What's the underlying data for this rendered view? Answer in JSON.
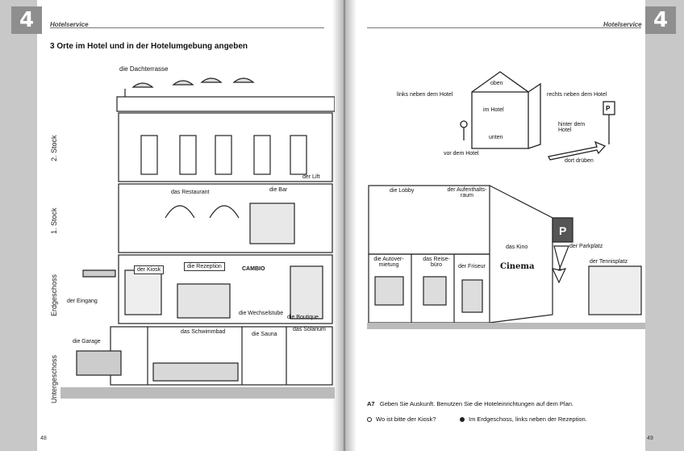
{
  "left_page": {
    "chapter_number": "4",
    "running_head": "Hotelservice",
    "section_heading": "3  Orte im Hotel und in der Hotelumgebung angeben",
    "page_number": "48",
    "floors": [
      "2. Stock",
      "1. Stock",
      "Erdgeschoss",
      "Untergeschoss"
    ],
    "labels": {
      "dachterrasse": "die Dachterrasse",
      "lift": "der Lift",
      "restaurant": "das Restaurant",
      "bar": "die Bar",
      "kiosk": "der Kiosk",
      "rezeption": "die Rezeption",
      "eingang": "der Eingang",
      "wechselstube": "die Wechselstube",
      "boutique": "die Boutique",
      "garage": "die Garage",
      "schwimmbad": "das Schwimmbad",
      "sauna": "die Sauna",
      "solarium": "das Solarium",
      "cambio_sign": "CAMBIO"
    }
  },
  "right_page": {
    "chapter_number": "4",
    "running_head": "Hotelservice",
    "page_number": "49",
    "positions": {
      "oben": "oben",
      "im_hotel": "im Hotel",
      "unten": "unten",
      "links_neben": "links neben dem Hotel",
      "rechts_neben": "rechts neben dem Hotel",
      "hinter": "hinter dem Hotel",
      "vor": "vor dem Hotel",
      "dort_drueben": "dort drüben",
      "parking_sign": "P"
    },
    "labels": {
      "lobby": "die Lobby",
      "aufenthaltsraum": "der Aufenthalts-raum",
      "autovermietung": "die Autover-mietung",
      "reisebuero": "das Reise-büro",
      "friseur": "der Friseur",
      "kino": "das Kino",
      "kino_sign": "Cinema",
      "parkplatz": "der Parkplatz",
      "tennisplatz": "der Tennisplatz",
      "parking_sign": "P"
    },
    "exercise": {
      "number": "A7",
      "instruction": "Geben Sie Auskunft. Benutzen Sie die Hoteleinrichtungen auf dem Plan.",
      "question": "Wo ist bitte der Kiosk?",
      "answer": "Im Erdgeschoss, links neben der Rezeption."
    }
  }
}
